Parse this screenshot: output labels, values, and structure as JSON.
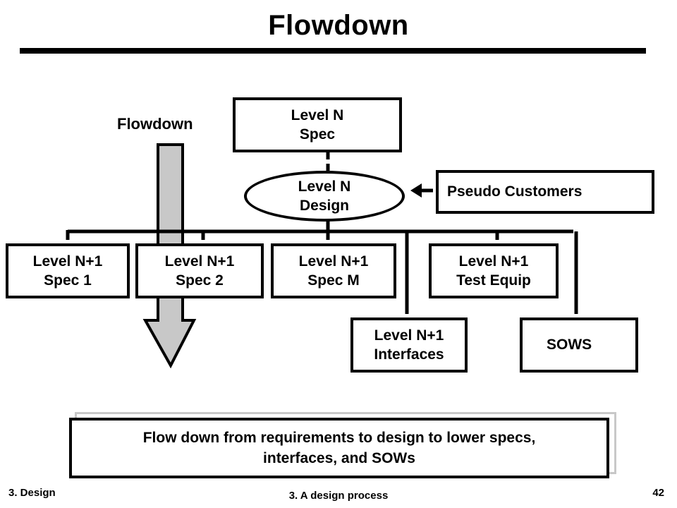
{
  "slide": {
    "title": "Flowdown",
    "arrow_label": "Flowdown",
    "nodes": {
      "level_n_spec": "Level N\nSpec",
      "level_n_design": "Level N\nDesign",
      "pseudo_customers": "Pseudo Customers",
      "spec1": "Level N+1\nSpec 1",
      "spec2": "Level N+1\nSpec 2",
      "specm": "Level N+1\nSpec M",
      "test_equip": "Level N+1\nTest Equip",
      "interfaces": "Level N+1\nInterfaces",
      "sows": "SOWS"
    },
    "summary": "Flow down from requirements to design to lower specs,\ninterfaces, and SOWs",
    "footer_left": "3. Design",
    "footer_center": "3. A design process",
    "page_number": "42"
  },
  "colors": {
    "arrow_fill": "#c8c8c8",
    "line": "#000000",
    "summary_shadow": "#c8c8c8"
  }
}
